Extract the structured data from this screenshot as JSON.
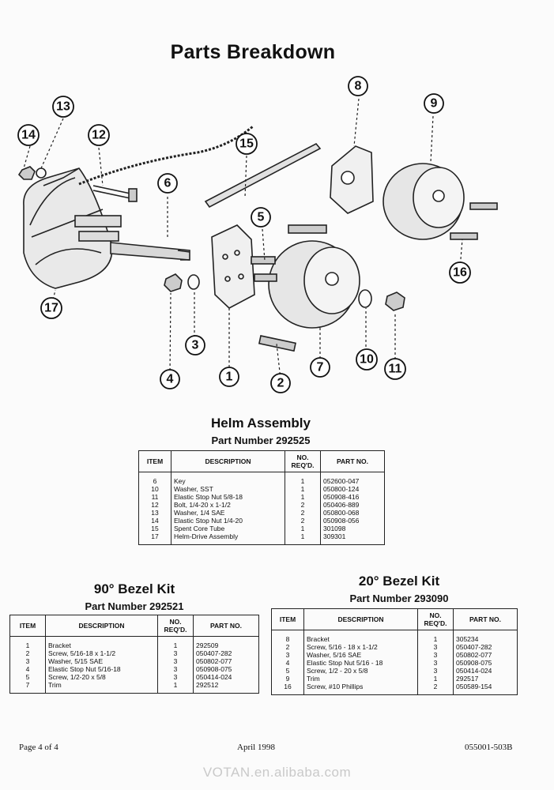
{
  "page": {
    "title": "Parts Breakdown",
    "footer_left": "Page 4 of 4",
    "footer_center": "April 1998",
    "footer_right": "055001-503B",
    "watermark": "VOTAN.en.alibaba.com"
  },
  "diagram": {
    "callouts": [
      "1",
      "2",
      "3",
      "4",
      "5",
      "6",
      "7",
      "8",
      "9",
      "10",
      "11",
      "12",
      "13",
      "14",
      "15",
      "16",
      "17"
    ]
  },
  "helm": {
    "title": "Helm Assembly",
    "subtitle": "Part Number 292525",
    "headers": {
      "item": "ITEM",
      "description": "DESCRIPTION",
      "req": "NO. REQ'D.",
      "part": "PART NO."
    },
    "rows": [
      {
        "item": "6",
        "description": "Key",
        "req": "1",
        "part": "052600-047"
      },
      {
        "item": "10",
        "description": "Washer, SST",
        "req": "1",
        "part": "050800-124"
      },
      {
        "item": "11",
        "description": "Elastic Stop Nut 5/8-18",
        "req": "1",
        "part": "050908-416"
      },
      {
        "item": "12",
        "description": "Bolt, 1/4-20 x 1-1/2",
        "req": "2",
        "part": "050406-889"
      },
      {
        "item": "13",
        "description": "Washer, 1/4 SAE",
        "req": "2",
        "part": "050800-068"
      },
      {
        "item": "14",
        "description": "Elastic Stop Nut 1/4-20",
        "req": "2",
        "part": "050908-056"
      },
      {
        "item": "15",
        "description": "Spent Core Tube",
        "req": "1",
        "part": "301098"
      },
      {
        "item": "17",
        "description": "Helm-Drive Assembly",
        "req": "1",
        "part": "309301"
      }
    ]
  },
  "bezel90": {
    "title": "90° Bezel Kit",
    "subtitle": "Part Number 292521",
    "headers": {
      "item": "ITEM",
      "description": "DESCRIPTION",
      "req": "NO. REQ'D.",
      "part": "PART NO."
    },
    "rows": [
      {
        "item": "1",
        "description": "Bracket",
        "req": "1",
        "part": "292509"
      },
      {
        "item": "2",
        "description": "Screw, 5/16-18 x 1-1/2",
        "req": "3",
        "part": "050407-282"
      },
      {
        "item": "3",
        "description": "Washer, 5/15 SAE",
        "req": "3",
        "part": "050802-077"
      },
      {
        "item": "4",
        "description": "Elastic Stop Nut 5/16-18",
        "req": "3",
        "part": "050908-075"
      },
      {
        "item": "5",
        "description": "Screw, 1/2-20 x 5/8",
        "req": "3",
        "part": "050414-024"
      },
      {
        "item": "7",
        "description": "Trim",
        "req": "1",
        "part": "292512"
      }
    ]
  },
  "bezel20": {
    "title": "20° Bezel Kit",
    "subtitle": "Part Number 293090",
    "headers": {
      "item": "ITEM",
      "description": "DESCRIPTION",
      "req": "NO. REQ'D.",
      "part": "PART NO."
    },
    "rows": [
      {
        "item": "8",
        "description": "Bracket",
        "req": "1",
        "part": "305234"
      },
      {
        "item": "2",
        "description": "Screw, 5/16 - 18 x 1-1/2",
        "req": "3",
        "part": "050407-282"
      },
      {
        "item": "3",
        "description": "Washer, 5/16 SAE",
        "req": "3",
        "part": "050802-077"
      },
      {
        "item": "4",
        "description": "Elastic Stop Nut 5/16 - 18",
        "req": "3",
        "part": "050908-075"
      },
      {
        "item": "5",
        "description": "Screw, 1/2 - 20 x 5/8",
        "req": "3",
        "part": "050414-024"
      },
      {
        "item": "9",
        "description": "Trim",
        "req": "1",
        "part": "292517"
      },
      {
        "item": "16",
        "description": "Screw, #10 Phillips",
        "req": "2",
        "part": "050589-154"
      }
    ]
  }
}
